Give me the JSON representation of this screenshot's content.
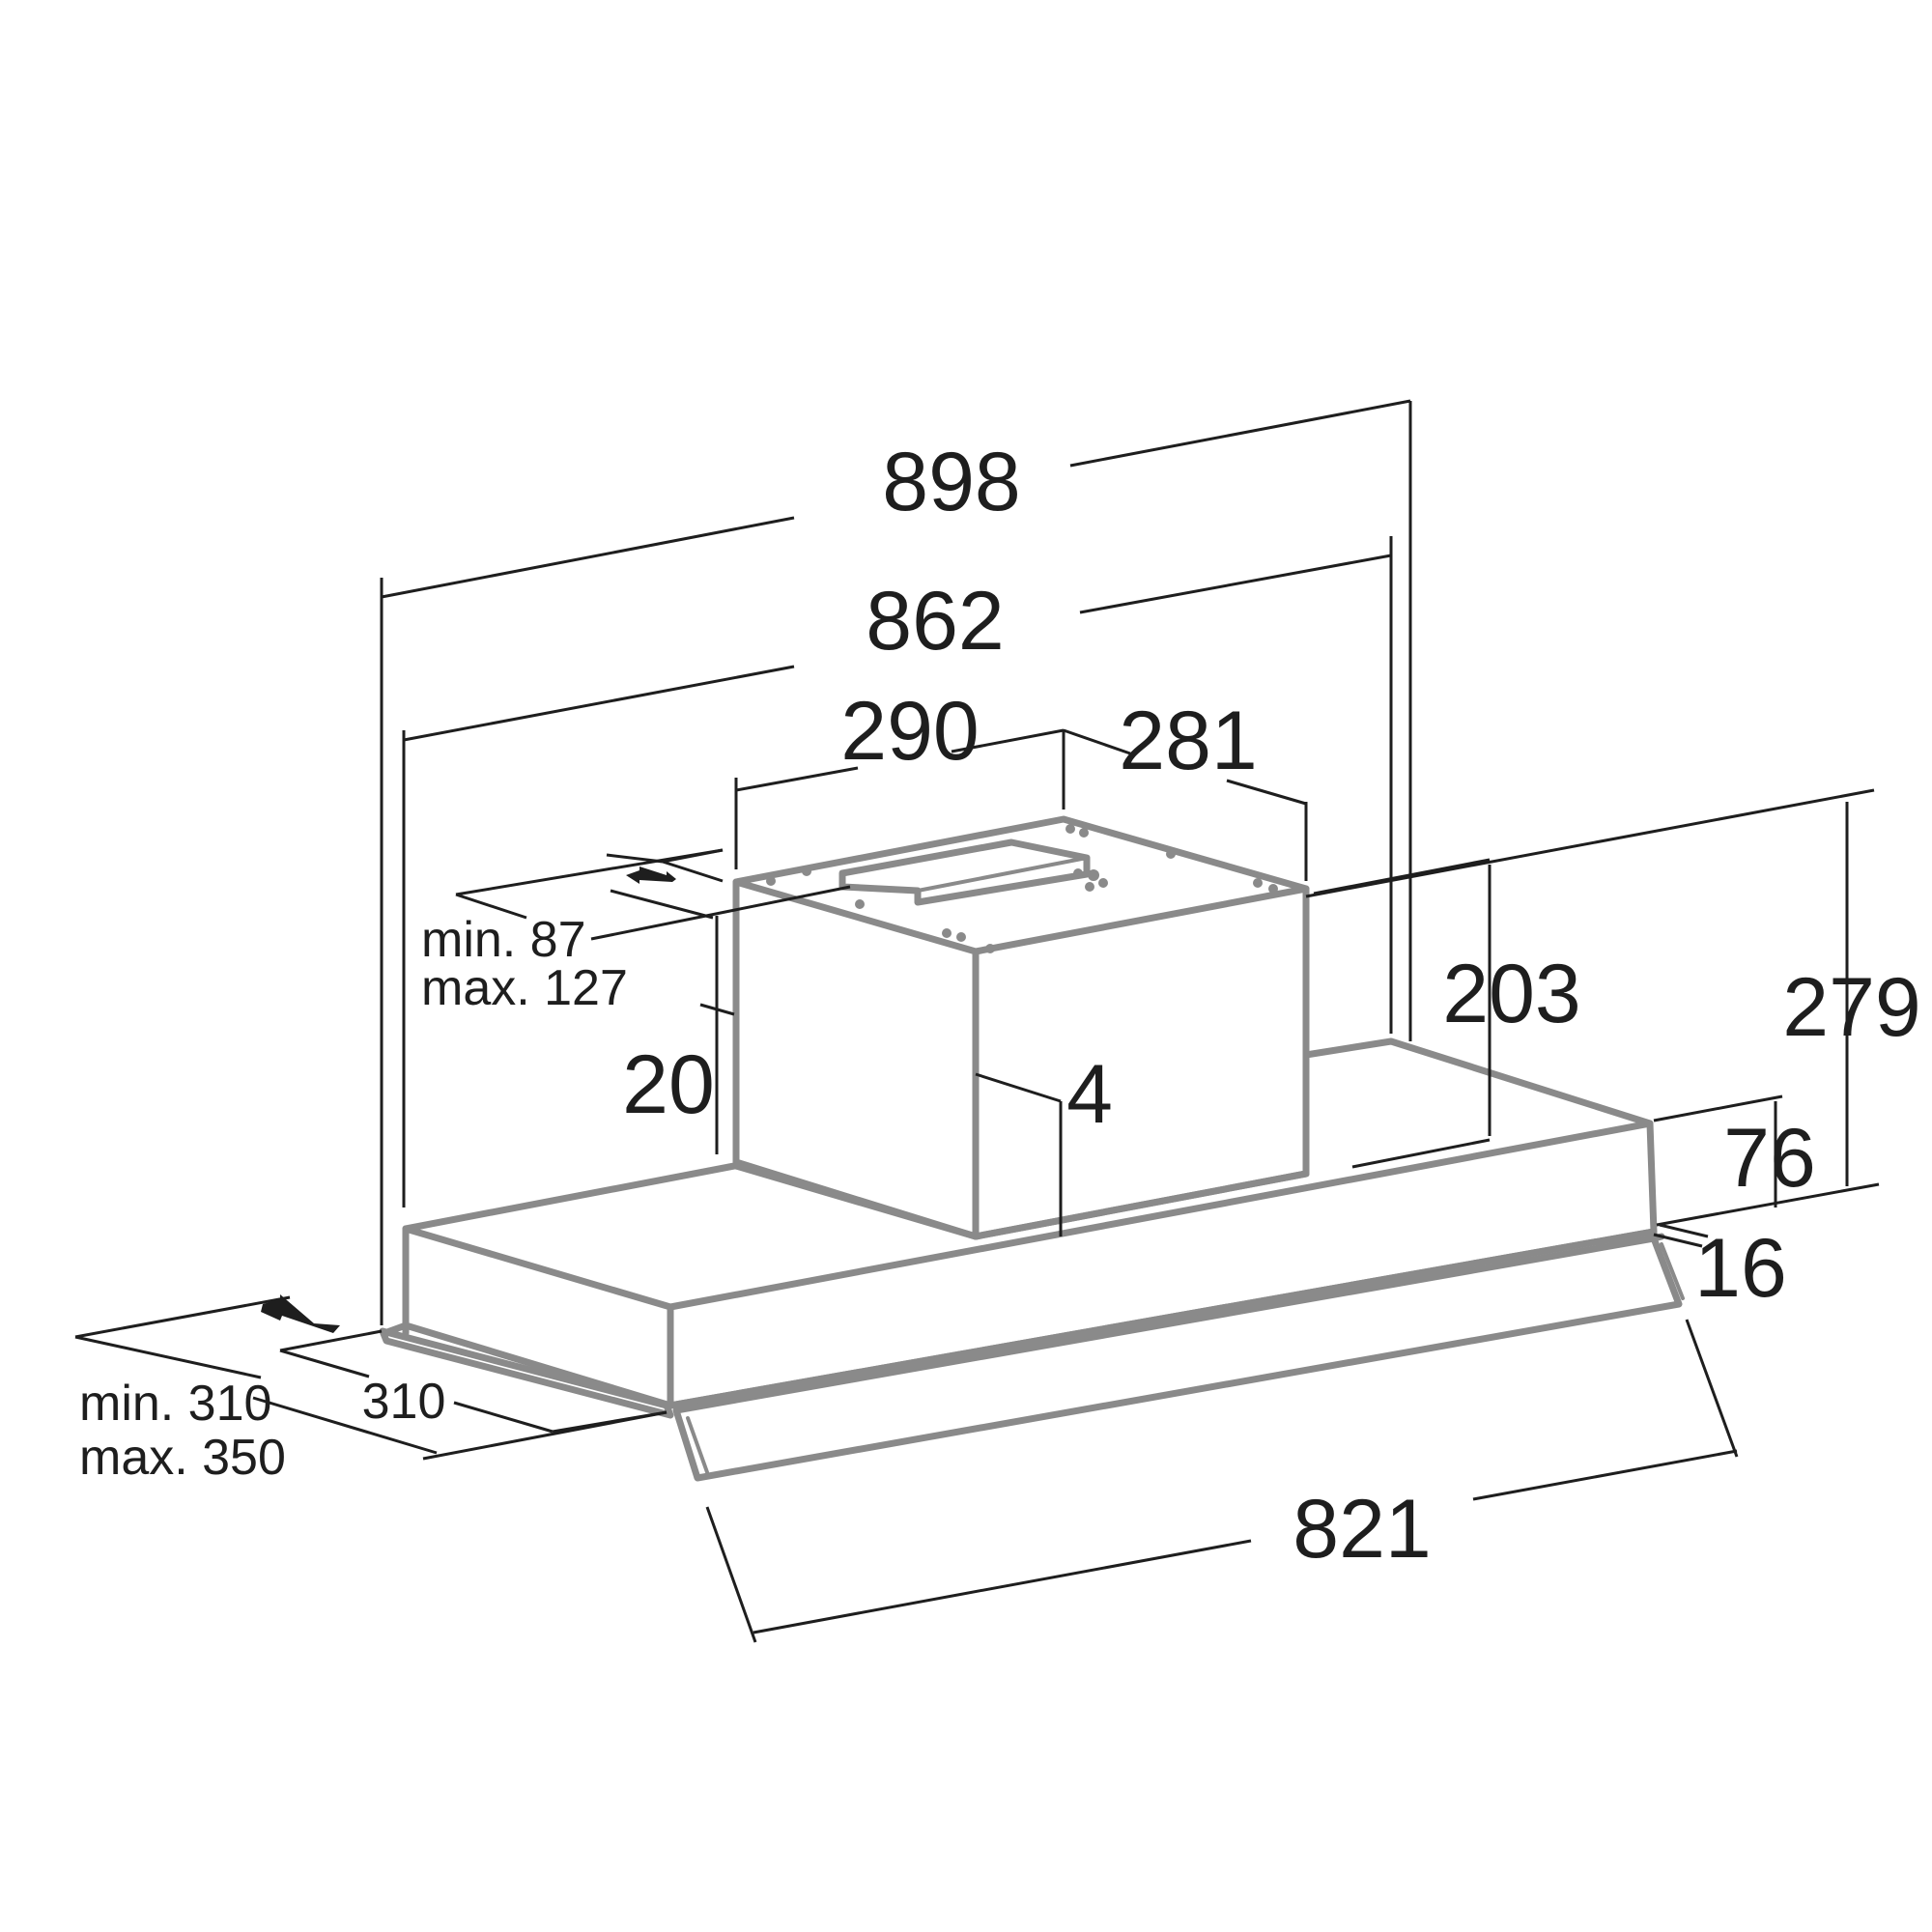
{
  "diagram": {
    "line_color": "#1e1e1e",
    "body_color": "#8a8a8a",
    "dimensions": {
      "overall_width_outer": "898",
      "overall_width_inner": "862",
      "chimney_width": "290",
      "chimney_depth": "281",
      "chimney_inset": "20",
      "chimney_gap": "4",
      "upper_height": "203",
      "total_height": "279",
      "body_height": "76",
      "front_lip": "16",
      "front_panel_width": "821",
      "depth_fixed": "310",
      "depth_range_min": "min. 310",
      "depth_range_max": "max. 350",
      "offset_range_min": "min. 87",
      "offset_range_max": "max. 127"
    },
    "icons": [
      "double-arrow-icon",
      "double-arrow-icon"
    ]
  }
}
